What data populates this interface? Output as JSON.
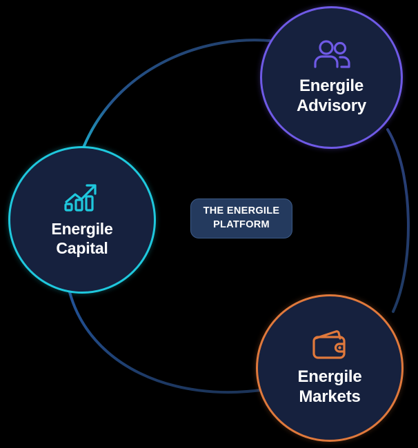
{
  "diagram": {
    "type": "hub-and-spoke-circular",
    "title": "The Energile Platform",
    "background_color": "#000000",
    "node_fill_color": "#16213e",
    "arc_color": "#23426e",
    "center_badge": {
      "label": "THE ENERGILE\nPLATFORM",
      "line1": "THE ENERGILE",
      "line2": "PLATFORM",
      "background_color": "#243a5e",
      "border_color": "#3c5a86",
      "text_color": "#ffffff"
    },
    "nodes": [
      {
        "id": "capital",
        "label_line1": "Energile",
        "label_line2": "Capital",
        "icon": "bar-chart-growth-icon",
        "accent_color": "#1fc8dd",
        "position": "left"
      },
      {
        "id": "advisory",
        "label_line1": "Energile",
        "label_line2": "Advisory",
        "icon": "users-people-icon",
        "accent_color": "#6f5ae6",
        "position": "top-right"
      },
      {
        "id": "markets",
        "label_line1": "Energile",
        "label_line2": "Markets",
        "icon": "wallet-icon",
        "accent_color": "#e0793c",
        "position": "bottom-right"
      }
    ]
  }
}
